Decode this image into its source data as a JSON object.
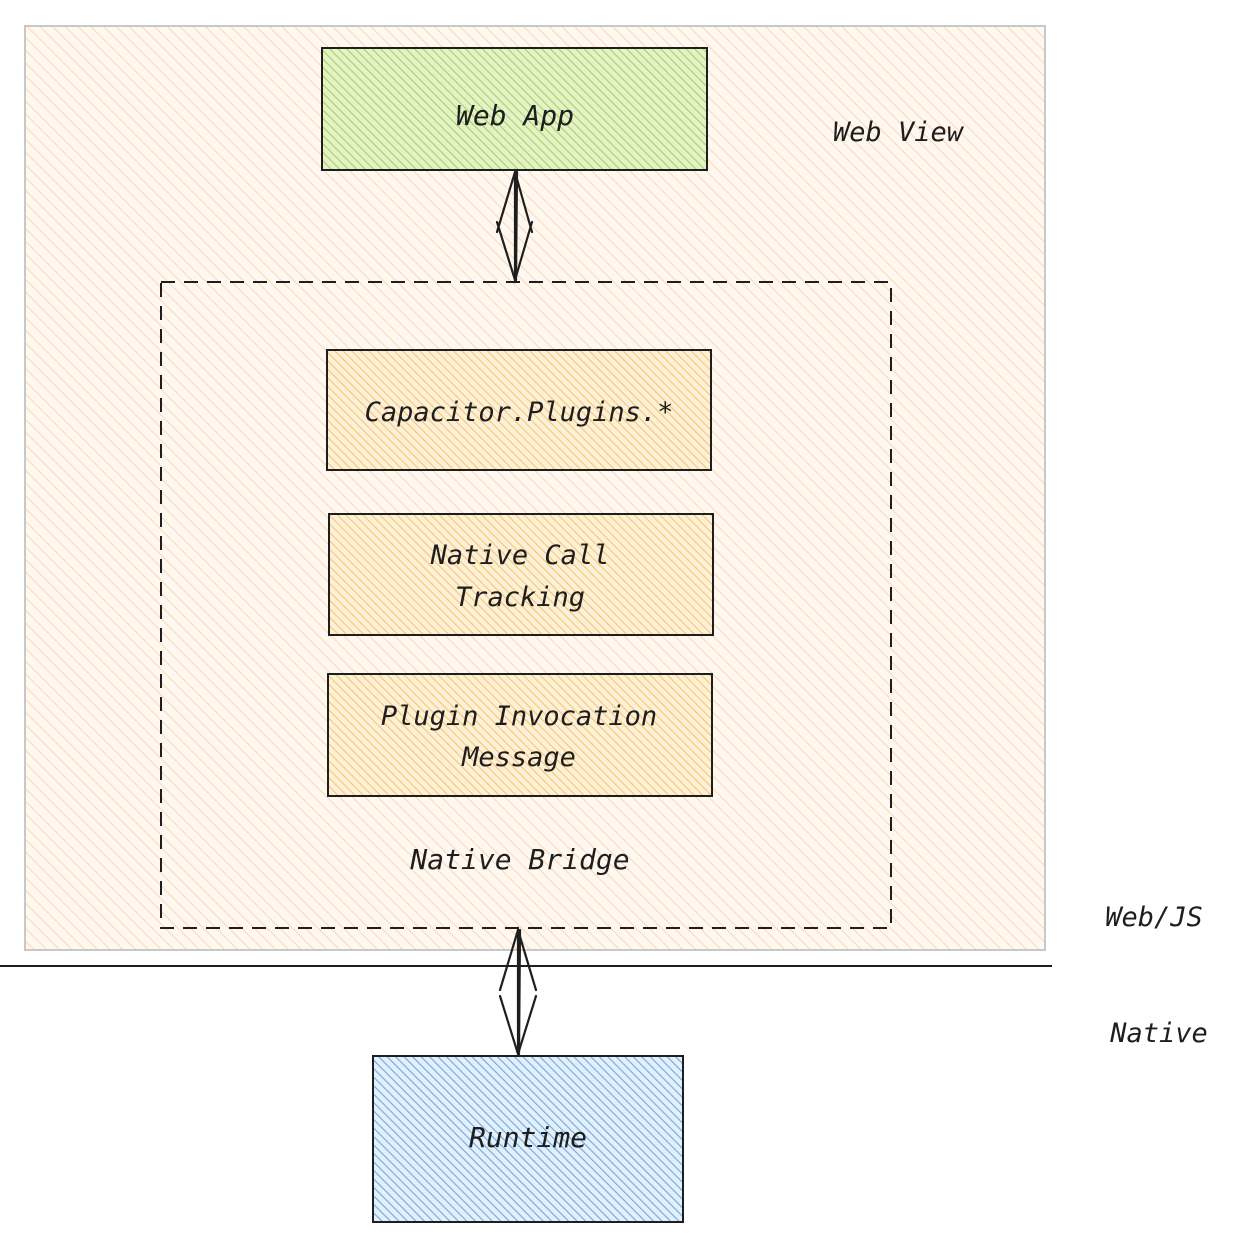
{
  "diagram": {
    "web_view_label": "Web View",
    "web_app_label": "Web App",
    "plugins_label": "Capacitor.Plugins.*",
    "call_tracking_line1": "Native Call",
    "call_tracking_line2": "Tracking",
    "invocation_line1": "Plugin Invocation",
    "invocation_line2": "Message",
    "native_bridge_label": "Native Bridge",
    "web_js_label": "Web/JS",
    "native_label": "Native",
    "runtime_label": "Runtime"
  },
  "colors": {
    "web_view_fill": "#fde9d4",
    "web_app_fill": "#c9e39a",
    "plugin_box_fill": "#fbd99d",
    "runtime_fill": "#9fc8ee",
    "stroke": "#1e1e1e"
  }
}
